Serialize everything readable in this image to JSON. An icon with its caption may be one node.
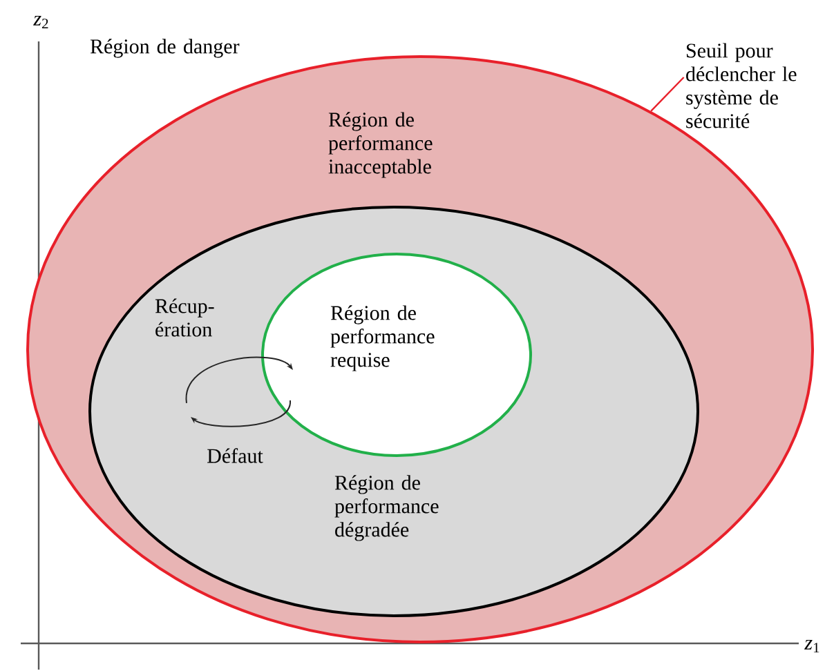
{
  "diagram": {
    "nodes": [
      {
        "text": [
          "Région de performance inacceptable"
        ]
      },
      {
        "text": [
          "Région de performance dégradée"
        ],
        "in": 0
      },
      {
        "text": [
          "Région de performance requise"
        ],
        "in": 1
      },
      {
        "text": [
          "Seuil pour déclencher le système de sécurité"
        ]
      }
    ],
    "edges": [
      {
        "from": 3,
        "to": 0,
        "arrow": "none",
        "color": "#e8202a"
      }
    ],
    "labels": [
      "*z*$_{2}$",
      "Région de danger",
      "Récup- ération",
      "Défaut",
      "*z*$_{1}$"
    ]
  }
}
